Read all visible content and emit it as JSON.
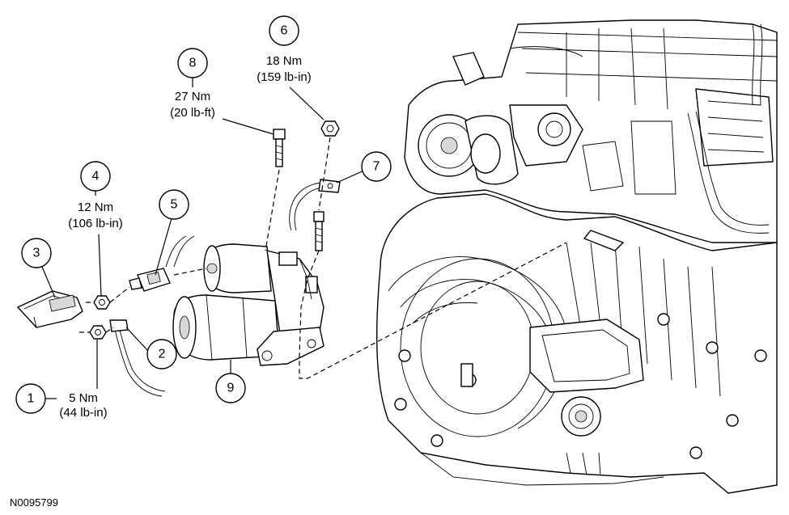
{
  "figure_id": "N0095799",
  "callouts": [
    {
      "number": "1",
      "torque_metric": "5 Nm",
      "torque_imperial": "(44 lb-in)"
    },
    {
      "number": "2"
    },
    {
      "number": "3"
    },
    {
      "number": "4",
      "torque_metric": "12 Nm",
      "torque_imperial": "(106 lb-in)"
    },
    {
      "number": "5"
    },
    {
      "number": "6",
      "torque_metric": "18 Nm",
      "torque_imperial": "(159 lb-in)"
    },
    {
      "number": "7"
    },
    {
      "number": "8",
      "torque_metric": "27 Nm",
      "torque_imperial": "(20 lb-ft)"
    },
    {
      "number": "9"
    }
  ]
}
